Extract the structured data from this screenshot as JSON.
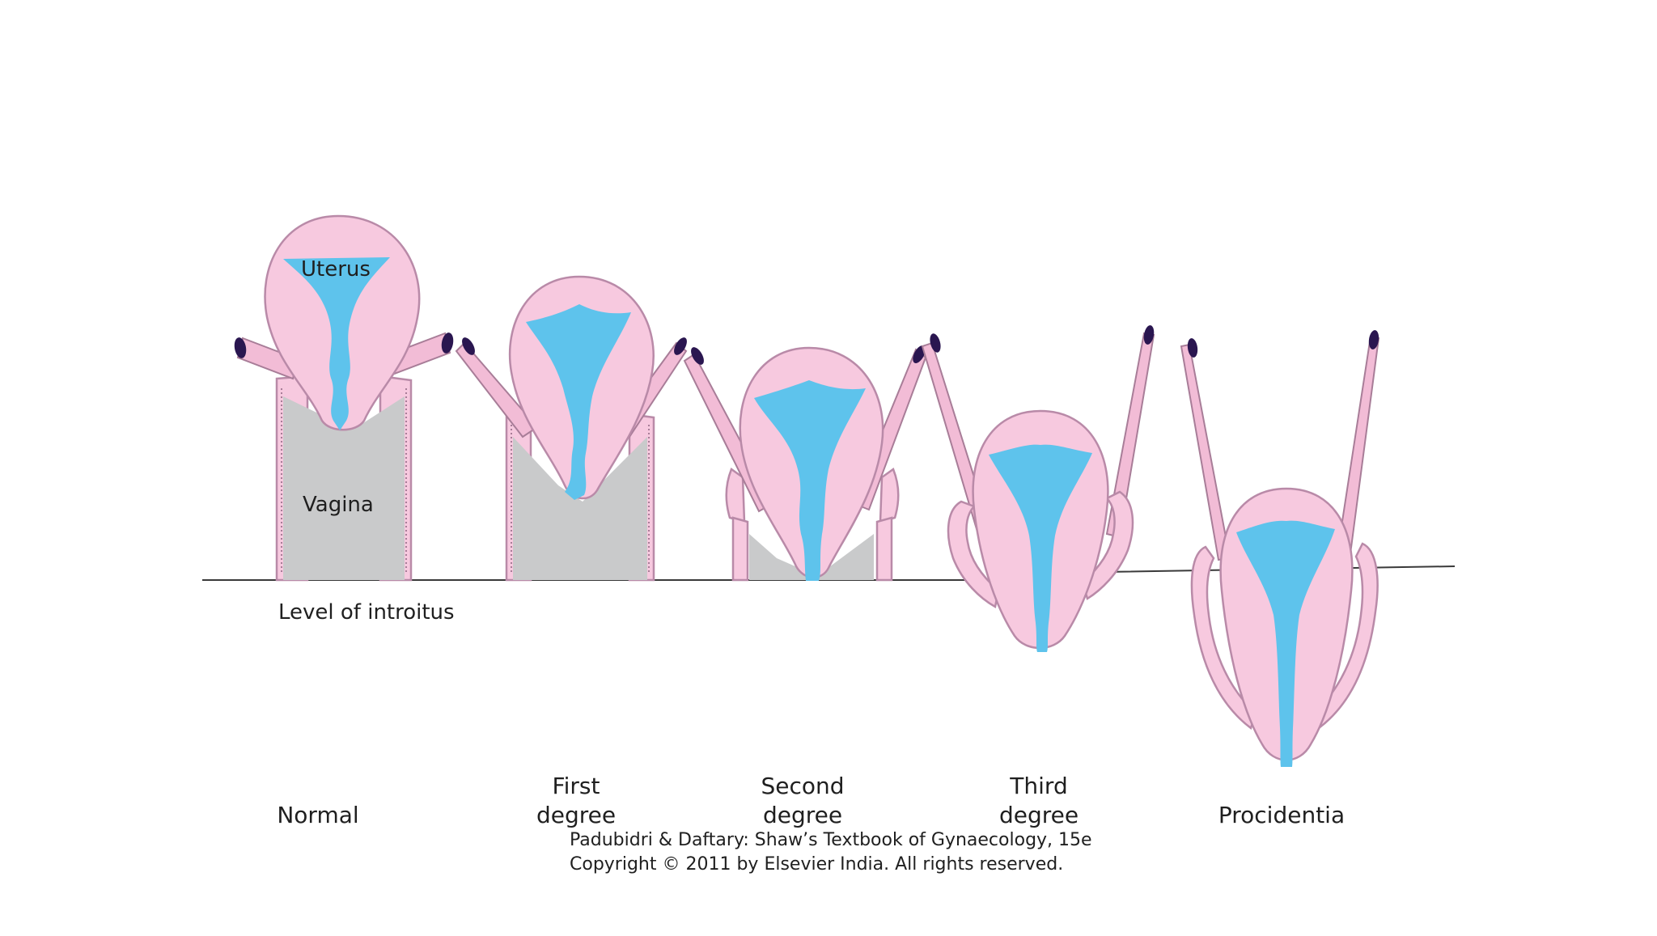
{
  "labels": {
    "uterus": "Uterus",
    "vagina": "Vagina",
    "introitus": "Level of introitus"
  },
  "stages": [
    {
      "line1": "",
      "line2": "Normal"
    },
    {
      "line1": "First",
      "line2": "degree"
    },
    {
      "line1": "Second",
      "line2": "degree"
    },
    {
      "line1": "Third",
      "line2": "degree"
    },
    {
      "line1": "",
      "line2": "Procidentia"
    }
  ],
  "caption": {
    "line1": "Padubidri & Daftary: Shaw’s Textbook of Gynaecology, 15e",
    "line2": "Copyright © 2011 by Elsevier India. All rights reserved."
  },
  "colors": {
    "uterus_wall": "#f7c9df",
    "cavity": "#5ec3ec",
    "vagina": "#c9cacb",
    "outline": "#b98aa8",
    "ligament_tip": "#2a1650",
    "line": "#3a3a3a"
  }
}
